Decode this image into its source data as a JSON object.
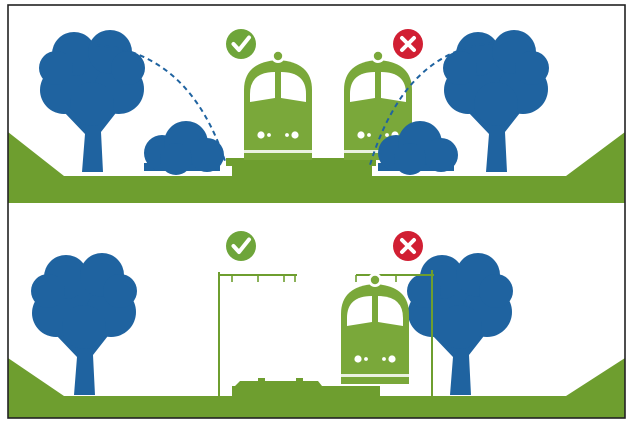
{
  "panels": [
    {
      "id": "top",
      "scenario": "vegetation-clearance",
      "good_marker": {
        "icon": "check-icon",
        "status": "correct"
      },
      "bad_marker": {
        "icon": "cross-icon",
        "status": "incorrect"
      }
    },
    {
      "id": "bottom",
      "scenario": "overhead-line-clearance",
      "good_marker": {
        "icon": "check-icon",
        "status": "correct"
      },
      "bad_marker": {
        "icon": "cross-icon",
        "status": "incorrect"
      }
    }
  ],
  "colors": {
    "ground": "#6e9e2f",
    "train": "#7aa83a",
    "tree": "#1f63a0",
    "check_badge": "#6ea53a",
    "cross_badge": "#d11f33",
    "border": "#222222",
    "background": "#ffffff"
  }
}
